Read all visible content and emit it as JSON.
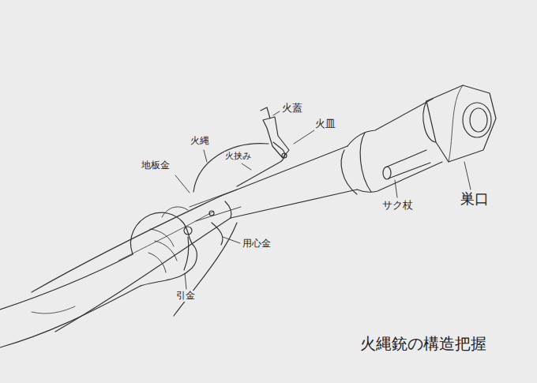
{
  "diagram": {
    "title": "火縄銃の構造把握",
    "labels": [
      "火蓋",
      "火皿",
      "地板金",
      "火縄",
      "火挟み",
      "サク杖",
      "巣口",
      "用心金",
      "引金"
    ]
  }
}
